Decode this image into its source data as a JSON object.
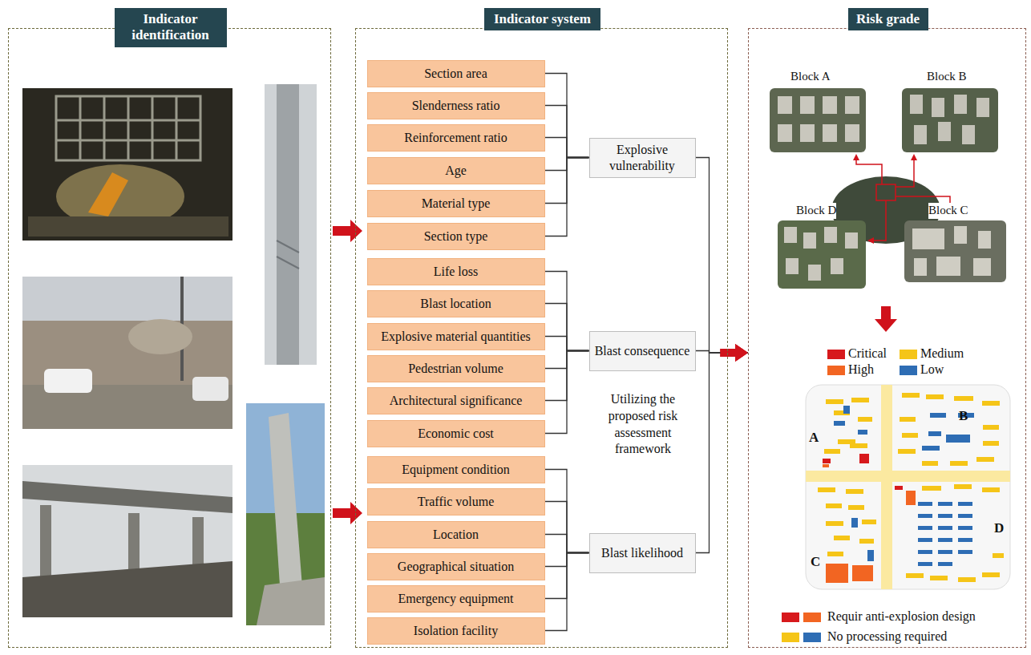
{
  "diagram": {
    "nodes": [
      {
        "text": [
          "Indicator identification"
        ]
      },
      {
        "text": [
          "Indicator system"
        ]
      },
      {
        "text": [
          "Section area"
        ],
        "in": 1
      },
      {
        "text": [
          "Slenderness ratio"
        ],
        "in": 1
      },
      {
        "text": [
          "Reinforcement ratio"
        ],
        "in": 1
      },
      {
        "text": [
          "Age"
        ],
        "in": 1
      },
      {
        "text": [
          "Material type"
        ],
        "in": 1
      },
      {
        "text": [
          "Section type"
        ],
        "in": 1
      },
      {
        "text": [
          "Life loss"
        ],
        "in": 1
      },
      {
        "text": [
          "Blast location"
        ],
        "in": 1
      },
      {
        "text": [
          "Explosive material quantities"
        ],
        "in": 1
      },
      {
        "text": [
          "Pedestrian volume"
        ],
        "in": 1
      },
      {
        "text": [
          "Architectural significance"
        ],
        "in": 1
      },
      {
        "text": [
          "Economic cost"
        ],
        "in": 1
      },
      {
        "text": [
          "Equipment condition"
        ],
        "in": 1
      },
      {
        "text": [
          "Traffic volume"
        ],
        "in": 1
      },
      {
        "text": [
          "Location"
        ],
        "in": 1
      },
      {
        "text": [
          "Geographical situation"
        ],
        "in": 1
      },
      {
        "text": [
          "Emergency equipment"
        ],
        "in": 1
      },
      {
        "text": [
          "Isolation facility"
        ],
        "in": 1
      },
      {
        "text": [
          "Explosive vulnerability"
        ],
        "in": 1
      },
      {
        "text": [
          "Blast consequence"
        ],
        "in": 1
      },
      {
        "text": [
          "Blast likelihood"
        ],
        "in": 1
      },
      {
        "text": [
          "Risk grade"
        ]
      }
    ],
    "edges": [
      {
        "from": 2,
        "to": 20,
        "arrow": "none"
      },
      {
        "from": 3,
        "to": 20,
        "arrow": "none"
      },
      {
        "from": 4,
        "to": 20,
        "arrow": "none"
      },
      {
        "from": 5,
        "to": 20,
        "arrow": "none"
      },
      {
        "from": 6,
        "to": 20,
        "arrow": "none"
      },
      {
        "from": 7,
        "to": 20,
        "arrow": "none"
      },
      {
        "from": 8,
        "to": 21,
        "arrow": "none"
      },
      {
        "from": 9,
        "to": 21,
        "arrow": "none"
      },
      {
        "from": 10,
        "to": 21,
        "arrow": "none"
      },
      {
        "from": 11,
        "to": 21,
        "arrow": "none"
      },
      {
        "from": 12,
        "to": 21,
        "arrow": "none"
      },
      {
        "from": 13,
        "to": 21,
        "arrow": "none"
      },
      {
        "from": 14,
        "to": 22,
        "arrow": "none"
      },
      {
        "from": 15,
        "to": 22,
        "arrow": "none"
      },
      {
        "from": 16,
        "to": 22,
        "arrow": "none"
      },
      {
        "from": 17,
        "to": 22,
        "arrow": "none"
      },
      {
        "from": 18,
        "to": 22,
        "arrow": "none"
      },
      {
        "from": 19,
        "to": 22,
        "arrow": "none"
      },
      {
        "from": 20,
        "to": 23,
        "arrow": "to"
      },
      {
        "from": 21,
        "to": 23,
        "arrow": "to"
      },
      {
        "from": 22,
        "to": 23,
        "arrow": "to"
      }
    ],
    "labels": [
      "Utilizing the proposed risk assessment framework",
      "Block A",
      "Block B",
      "Block D",
      "Block C",
      "A",
      "B",
      "C",
      "D"
    ],
    "legend": [
      {
        "text": "Critical",
        "color": "#d7191c"
      },
      {
        "text": "High",
        "color": "#f26522"
      },
      {
        "text": "Medium",
        "color": "#f5c518"
      },
      {
        "text": "Low",
        "color": "#2e6db4"
      },
      {
        "text": "Requir anti-explosion design",
        "color": "#d7191c"
      },
      {
        "text": "No processing required",
        "color": "#f5c518"
      }
    ]
  }
}
